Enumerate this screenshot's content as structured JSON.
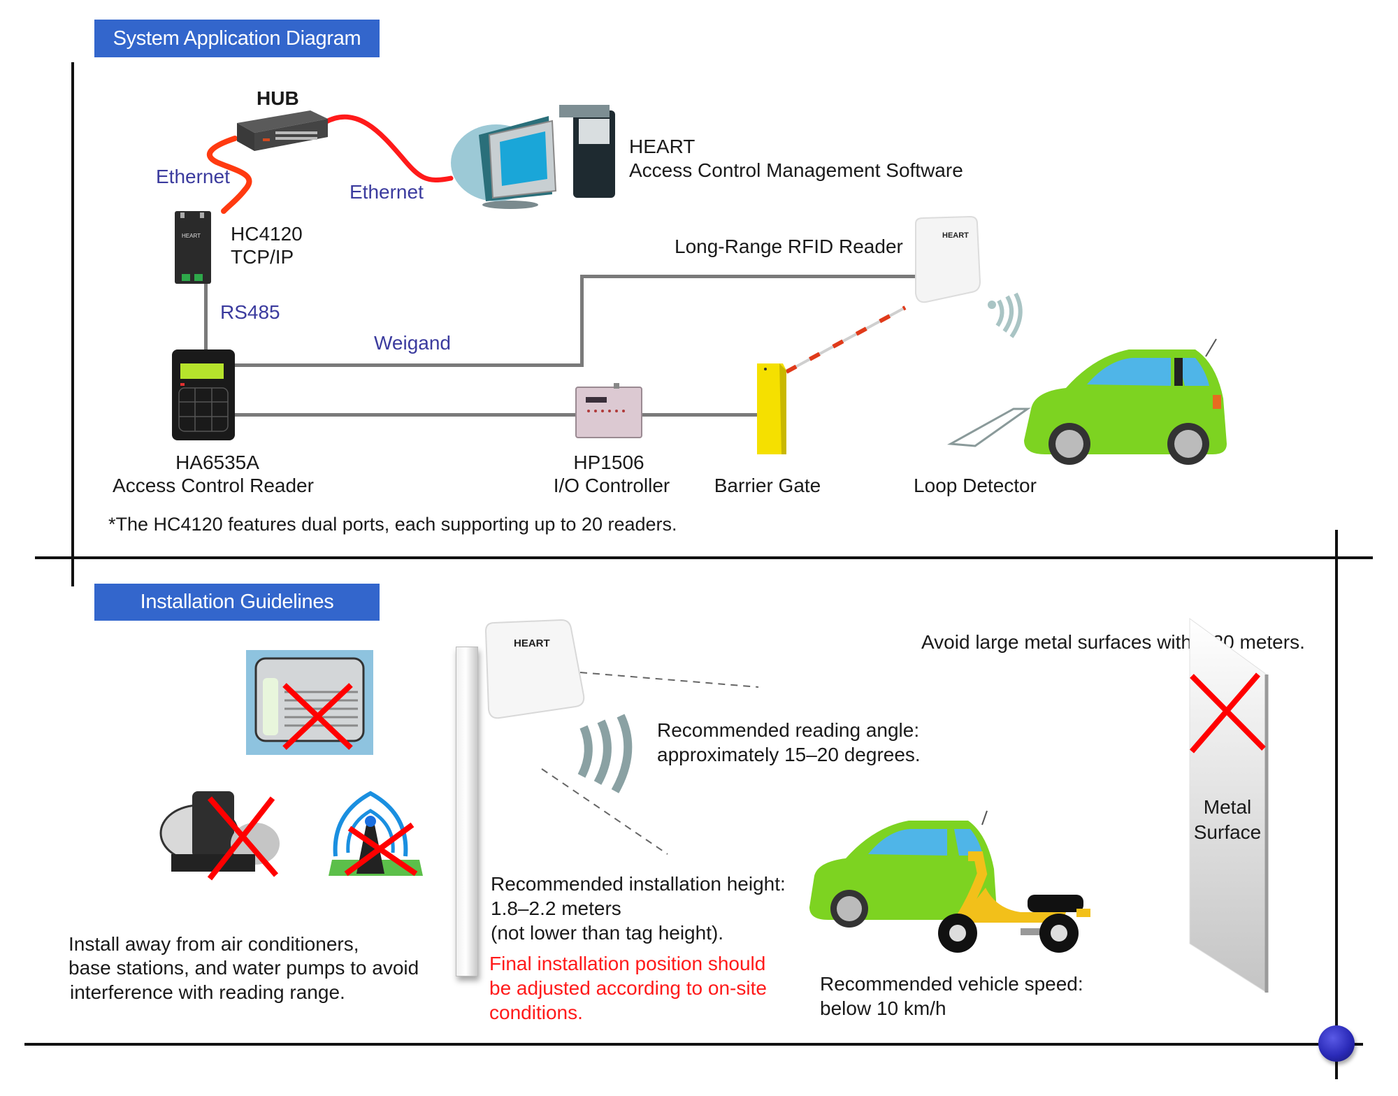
{
  "section_system": {
    "title": "System Application Diagram",
    "hub_label": "HUB",
    "ethernet_left": "Ethernet",
    "ethernet_right": "Ethernet",
    "software_line1": "HEART",
    "software_line2": "Access Control Management Software",
    "hc4120_line1": "HC4120",
    "hc4120_line2": "TCP/IP",
    "rs485": "RS485",
    "weigand": "Weigand",
    "rfid_reader": "Long-Range RFID Reader",
    "reader_brand": "HEART",
    "ha6535a_line1": "HA6535A",
    "ha6535a_line2": "Access Control Reader",
    "hp1506_line1": "HP1506",
    "hp1506_line2": "I/O Controller",
    "barrier_gate": "Barrier Gate",
    "loop_detector": "Loop Detector",
    "footnote": "*The HC4120 features dual ports, each supporting up to 20 readers."
  },
  "section_install": {
    "title": "Installation Guidelines",
    "interference_note": [
      "Install away from air conditioners,",
      "base stations, and water pumps to avoid",
      "interference with reading range."
    ],
    "reader_brand": "HEART",
    "reading_angle": [
      "Recommended reading angle:",
      "approximately 15–20 degrees."
    ],
    "install_height": [
      "Recommended installation height:",
      "1.8–2.2 meters",
      " (not lower than tag height)."
    ],
    "final_position_warning": [
      "Final installation position should",
      "be adjusted according to on-site",
      "conditions."
    ],
    "vehicle_speed": [
      "Recommended vehicle speed:",
      "below 10 km/h"
    ],
    "metal_warning": "Avoid large metal surfaces within 20 meters.",
    "metal_surface": [
      "Metal",
      "Surface"
    ]
  },
  "colors": {
    "header_blue": "#3366cc",
    "ethernet_cable": "#ff2a1a",
    "label_blue": "#3b3b9e",
    "warning_red": "#ff1a1a",
    "wire_gray": "#7a7a7a",
    "car_green": "#7dd321",
    "barrier_yellow": "#f5e000",
    "ball_blue": "#2a2ab8"
  }
}
